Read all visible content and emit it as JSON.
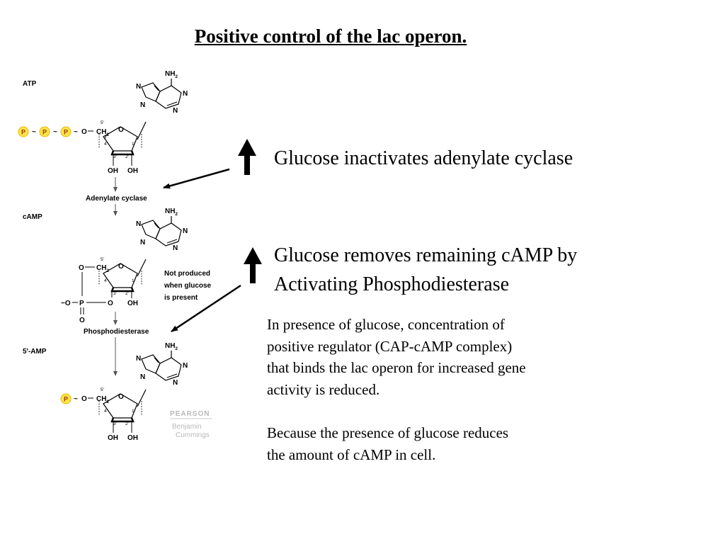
{
  "title": "Positive control of the lac operon.",
  "colors": {
    "background": "#ffffff",
    "text": "#000000",
    "phosphate_fill": "#ffe34a",
    "phosphate_text": "#9a3a00",
    "publisher_logo": "#b9b9b9"
  },
  "pathway": {
    "atp_label": "ATP",
    "camp_label": "cAMP",
    "amp_label": "5′-AMP",
    "enzyme_1": "Adenylate cyclase",
    "enzyme_2": "Phosphodiesterase",
    "note_lines": [
      "Not produced",
      "when glucose",
      "is present"
    ],
    "atoms": {
      "nh2": "NH",
      "nh2_sub": "2",
      "n": "N",
      "o": "O",
      "oh": "OH",
      "ch2": "CH",
      "ch2_sub": "2",
      "p": "P",
      "five_prime": "5′",
      "ring_4": "4′",
      "ring_1": "1′",
      "ring_3": "3′",
      "ring_2": "2′",
      "o_minus": "−O",
      "o_double": "O",
      "bond_tilde": "~",
      "bond_dash": "–"
    },
    "publisher_lines": [
      "PEARSON",
      "Benjamin",
      "Cummings"
    ]
  },
  "point_1": "Glucose inactivates adenylate cyclase",
  "point_2_lines": [
    "Glucose removes remaining cAMP by",
    "Activating Phosphodiesterase"
  ],
  "paragraph_1_lines": [
    "In presence of glucose, concentration of",
    "positive regulator (CAP-cAMP complex)",
    "that binds the lac operon for increased gene",
    "activity is reduced."
  ],
  "paragraph_2_lines": [
    "Because the presence of glucose reduces",
    "the amount of cAMP in cell."
  ]
}
